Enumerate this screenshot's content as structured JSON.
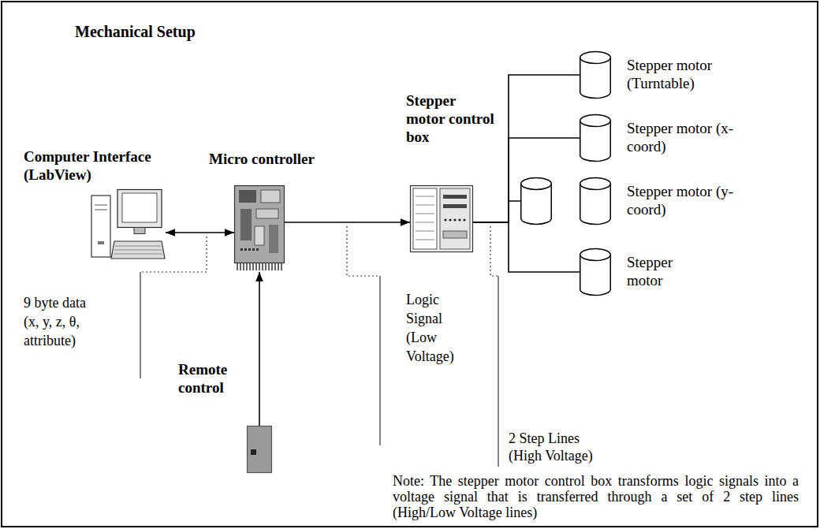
{
  "diagram": {
    "title": "Mechanical Setup",
    "nodes": [
      {
        "text": [
          "Computer Interface (LabView)"
        ]
      },
      {
        "text": [
          "Micro controller"
        ]
      },
      {
        "text": [
          "Stepper motor control box"
        ]
      },
      {
        "text": [
          "Remote control"
        ]
      },
      {
        "text": [
          "Stepper motor (Turntable)"
        ]
      },
      {
        "text": [
          "Stepper motor (x-coord)"
        ]
      },
      {
        "text": [
          "Stepper motor (y-coord)"
        ]
      },
      {
        "text": [
          "Stepper motor"
        ]
      }
    ],
    "edges": [
      {
        "from": 0,
        "to": 1,
        "arrow": "both"
      },
      {
        "from": 1,
        "to": 2,
        "arrow": "to"
      },
      {
        "from": 3,
        "to": 1,
        "arrow": "to"
      },
      {
        "from": 2,
        "to": 4,
        "arrow": "none"
      },
      {
        "from": 2,
        "to": 5,
        "arrow": "none"
      },
      {
        "from": 2,
        "to": 6,
        "arrow": "none"
      },
      {
        "from": 2,
        "to": 7,
        "arrow": "none"
      }
    ],
    "labels": [
      "9 byte data (x, y, z, θ, attribute)",
      "Logic Signal (Low Voltage)",
      "2 Step Lines (High Voltage)",
      "Note: The stepper motor control box transforms logic signals into a voltage signal that is transferred through a set of 2 step lines (High/Low Voltage lines)"
    ]
  }
}
